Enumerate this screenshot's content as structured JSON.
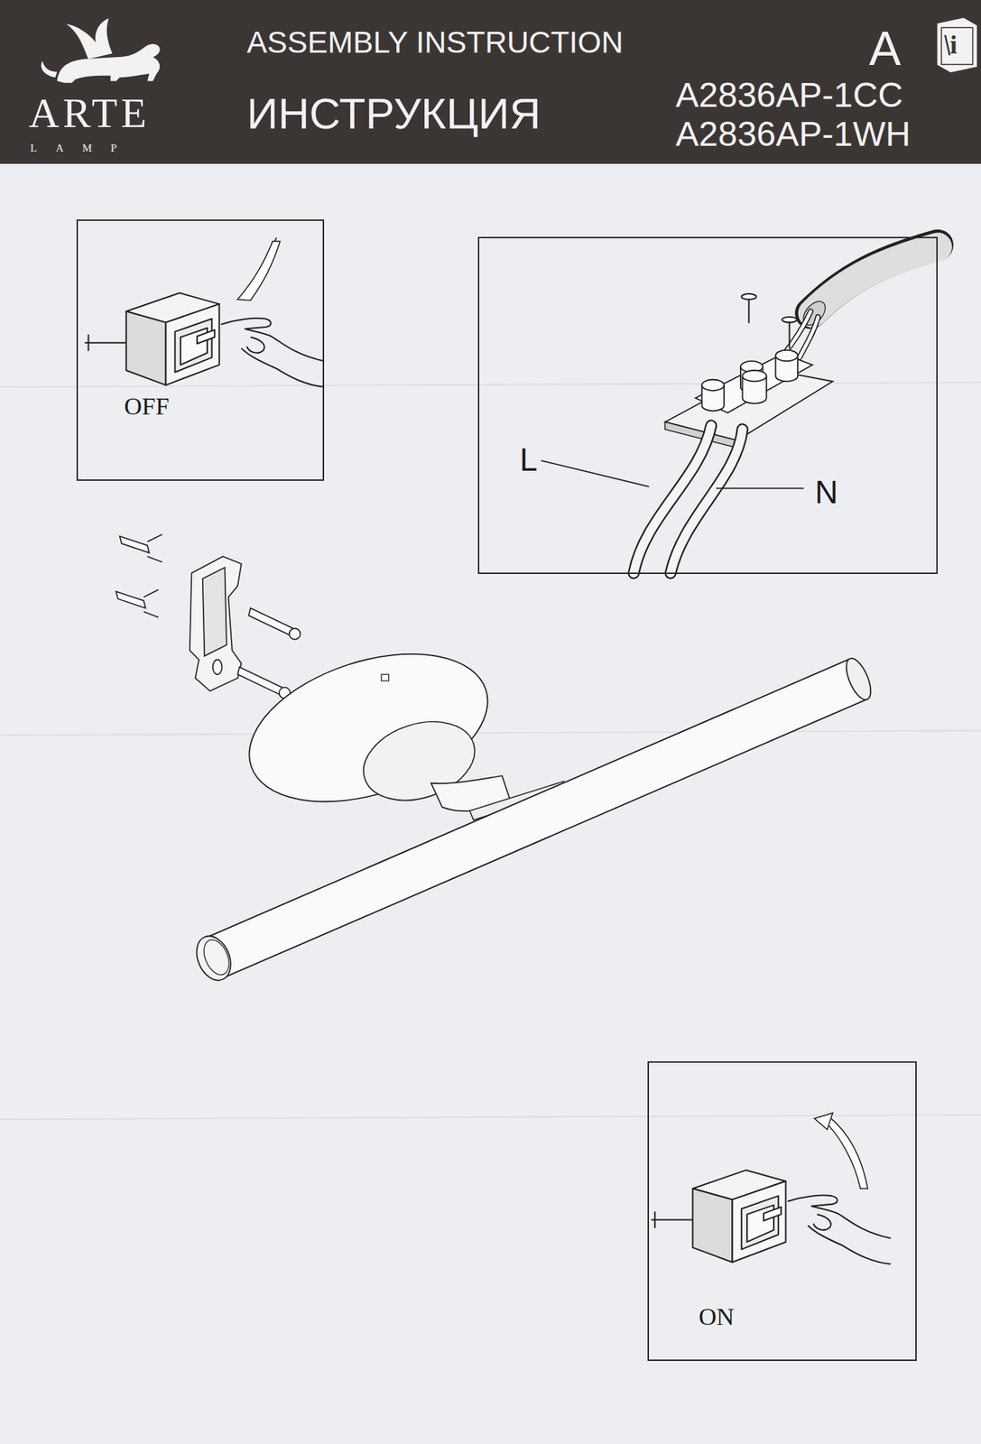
{
  "diagram": {
    "title": "ASSEMBLY INSTRUCTION",
    "nodes": [
      {
        "text": [
          "OFF"
        ]
      },
      {
        "text": [
          "L",
          "N"
        ]
      },
      {
        "text": [
          "ON"
        ]
      }
    ],
    "labels": [
      "ARTE",
      "LAMP",
      "ИНСТРУКЦИЯ",
      "A",
      "i",
      "A2836AP-1CC",
      "A2836AP-1WH"
    ]
  }
}
